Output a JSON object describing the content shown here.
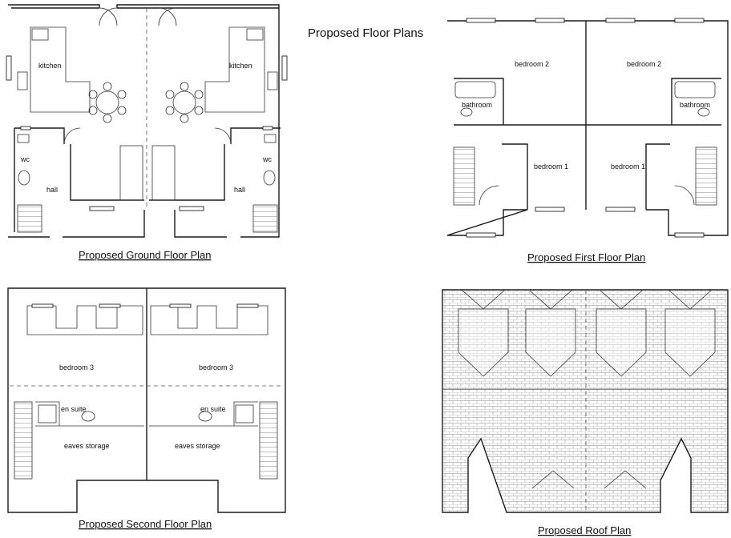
{
  "sheet_title": "Proposed Floor Plans",
  "plans": {
    "ground": {
      "title": "Proposed Ground Floor Plan",
      "rooms": {
        "kitchen": "kitchen",
        "wc": "wc",
        "hall": "hall"
      }
    },
    "first": {
      "title": "Proposed First Floor Plan",
      "rooms": {
        "bedroom_2": "bedroom 2",
        "bathroom": "bathroom",
        "bedroom_1": "bedroom 1"
      }
    },
    "second": {
      "title": "Proposed Second Floor Plan",
      "rooms": {
        "bedroom_3": "bedroom 3",
        "en_suite": "en suite",
        "eaves_storage": "eaves storage"
      }
    },
    "roof": {
      "title": "Proposed Roof Plan"
    }
  },
  "colors": {
    "line": "#1a1a1a",
    "background": "#ffffff"
  }
}
